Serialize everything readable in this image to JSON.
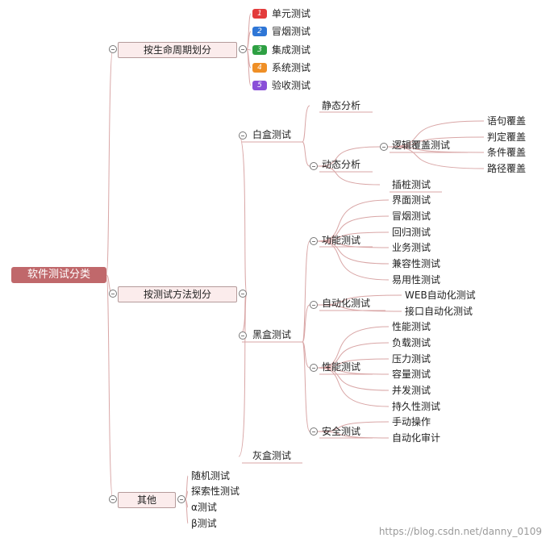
{
  "root": "软件测试分类",
  "lifecycle": {
    "label": "按生命周期划分",
    "items": [
      {
        "num": "1",
        "label": "单元测试",
        "color": "#e33b3b"
      },
      {
        "num": "2",
        "label": "冒烟测试",
        "color": "#2e76d6"
      },
      {
        "num": "3",
        "label": "集成测试",
        "color": "#2ea043"
      },
      {
        "num": "4",
        "label": "系统测试",
        "color": "#ef8f26"
      },
      {
        "num": "5",
        "label": "验收测试",
        "color": "#8a4fd8"
      }
    ]
  },
  "method": {
    "label": "按测试方法划分",
    "white": {
      "label": "白盒测试",
      "static": "静态分析",
      "dynamic": "动态分析",
      "logic": "逻辑覆盖测试",
      "logic_items": [
        "语句覆盖",
        "判定覆盖",
        "条件覆盖",
        "路径覆盖"
      ],
      "stub": "插桩测试"
    },
    "black": {
      "label": "黑盒测试",
      "functional": "功能测试",
      "functional_items": [
        "界面测试",
        "冒烟测试",
        "回归测试",
        "业务测试",
        "兼容性测试",
        "易用性测试"
      ],
      "automation": "自动化测试",
      "automation_items": [
        "WEB自动化测试",
        "接口自动化测试"
      ],
      "performance": "性能测试",
      "performance_items": [
        "性能测试",
        "负载测试",
        "压力测试",
        "容量测试",
        "并发测试",
        "持久性测试"
      ],
      "security": "安全测试",
      "security_items": [
        "手动操作",
        "自动化审计"
      ]
    },
    "gray": "灰盒测试"
  },
  "other": {
    "label": "其他",
    "items": [
      "随机测试",
      "探索性测试",
      "α测试",
      "β测试"
    ]
  },
  "watermark": "https://blog.csdn.net/danny_0109",
  "colors": {
    "root": "#c0686b",
    "line": "#d9a6a6",
    "box": "#fbecec"
  }
}
